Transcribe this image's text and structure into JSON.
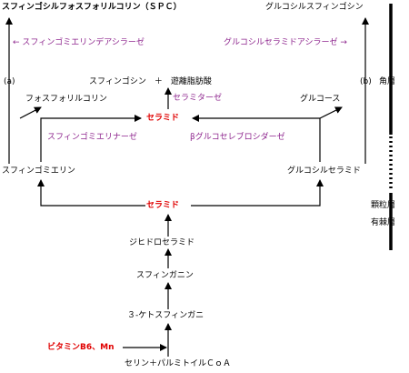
{
  "diagram": {
    "colors": {
      "enzyme": "#8e268e",
      "highlight": "#e00000",
      "text": "#000000",
      "line": "#000000"
    },
    "texts": {
      "spc": "スフィンゴシルフォスフォリルコリン（ＳＰＣ）",
      "glucosylsphingosine": "グルコシルスフィンゴシン",
      "sm_deacylase": "スフィンゴミエリンデアシラーゼ",
      "gc_deacylase": "グルコシルセラミドアシラーゼ",
      "label_a": "(a)",
      "label_b": "(b)",
      "stratum_corneum": "角層",
      "sphingosine_ffa": "スフィンゴシン　＋　遊離脂肪酸",
      "ceramidase": "セラミターゼ",
      "phosphorylcholine": "フォスフォリルコリン",
      "glucose": "グルコース",
      "ceramide_top": "セラミド",
      "smase": "スフィンゴミエリナーゼ",
      "beta_gcase": "βグルコセレブロシダーゼ",
      "sphingomyelin": "スフィンゴミエリン",
      "glucosylceramide": "グルコシルセラミド",
      "granular_layer": "顆粒層",
      "spinous_layer": "有棘層",
      "ceramide_mid": "セラミド",
      "dihydroceramide": "ジヒドロセラミド",
      "sphinganine": "スフィンガニン",
      "keto_sphinganine": "３‐ケトスフィンガニ",
      "vitamin": "ビタミンB6、Mn",
      "serine_palmitoyl": "セリン＋パルミトイルＣｏＡ"
    }
  }
}
